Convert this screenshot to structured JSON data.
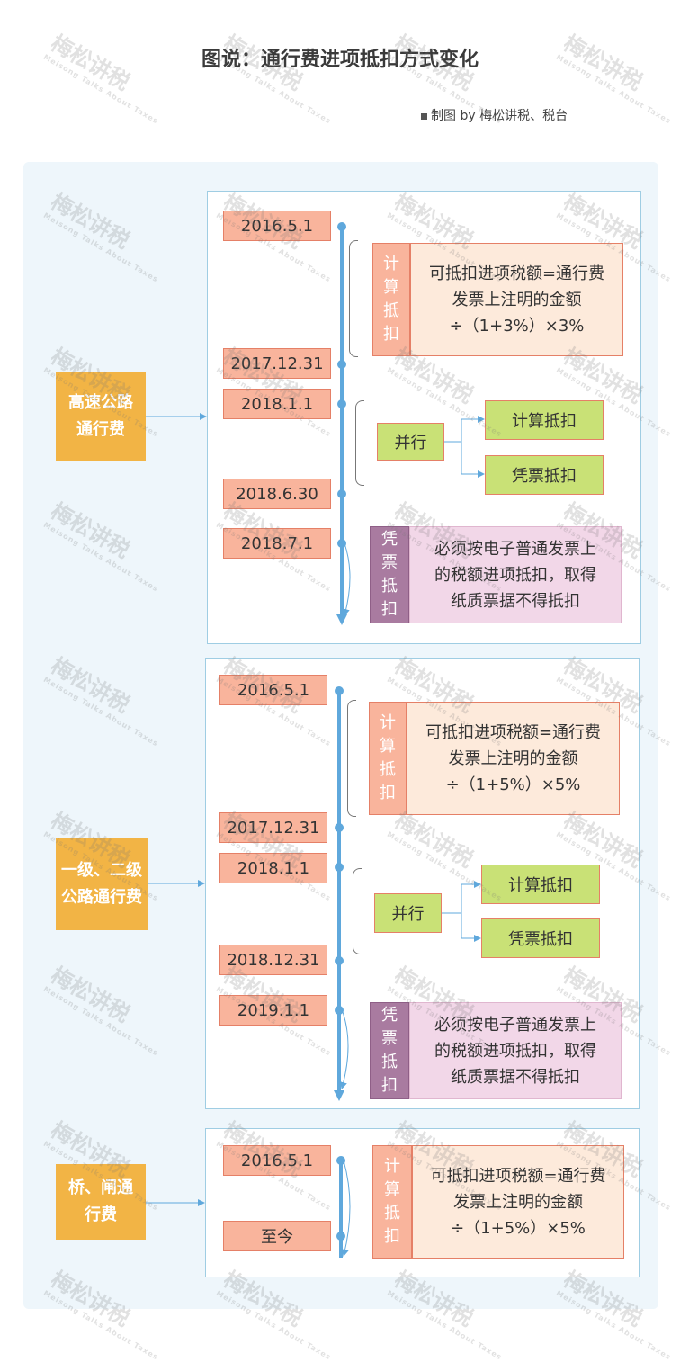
{
  "header": {
    "title": "图说：通行费进项抵扣方式变化",
    "credit": "制图 by 梅松讲税、税台"
  },
  "watermark": {
    "text": "梅松讲税",
    "sub": "Meisong Talks About Taxes"
  },
  "sections": [
    {
      "category": "高速公路通行费",
      "dates": [
        "2016.5.1",
        "2017.12.31",
        "2018.1.1",
        "2018.6.30",
        "2018.7.1"
      ],
      "formula_tag": [
        "计",
        "算",
        "抵",
        "扣"
      ],
      "formula_lines": [
        "可抵扣进项税额=通行费",
        "发票上注明的金额",
        "÷（1+3%）×3%"
      ],
      "parallel_label": "并行",
      "option_calc": "计算抵扣",
      "option_voucher": "凭票抵扣",
      "voucher_tag": [
        "凭",
        "票",
        "抵",
        "扣"
      ],
      "voucher_lines": [
        "必须按电子普通发票上",
        "的税额进项抵扣，取得",
        "纸质票据不得抵扣"
      ]
    },
    {
      "category": "一级、二级公路通行费",
      "dates": [
        "2016.5.1",
        "2017.12.31",
        "2018.1.1",
        "2018.12.31",
        "2019.1.1"
      ],
      "formula_tag": [
        "计",
        "算",
        "抵",
        "扣"
      ],
      "formula_lines": [
        "可抵扣进项税额=通行费",
        "发票上注明的金额",
        "÷（1+5%）×5%"
      ],
      "parallel_label": "并行",
      "option_calc": "计算抵扣",
      "option_voucher": "凭票抵扣",
      "voucher_tag": [
        "凭",
        "票",
        "抵",
        "扣"
      ],
      "voucher_lines": [
        "必须按电子普通发票上",
        "的税额进项抵扣，取得",
        "纸质票据不得抵扣"
      ]
    },
    {
      "category": "桥、闸通行费",
      "dates": [
        "2016.5.1",
        "至今"
      ],
      "formula_tag": [
        "计",
        "算",
        "抵",
        "扣"
      ],
      "formula_lines": [
        "可抵扣进项税额=通行费",
        "发票上注明的金额",
        "÷（1+5%）×5%"
      ]
    }
  ],
  "colors": {
    "category": "#f2b445",
    "date": "#f9b49c",
    "timeline": "#5fa8dc",
    "formula_box": "#fdeadb",
    "option": "#c9e176",
    "voucher_tag": "#a97ba0",
    "voucher_box": "#f2d7e8",
    "panel": "#eef6fb",
    "section_border": "#9fcde3"
  }
}
